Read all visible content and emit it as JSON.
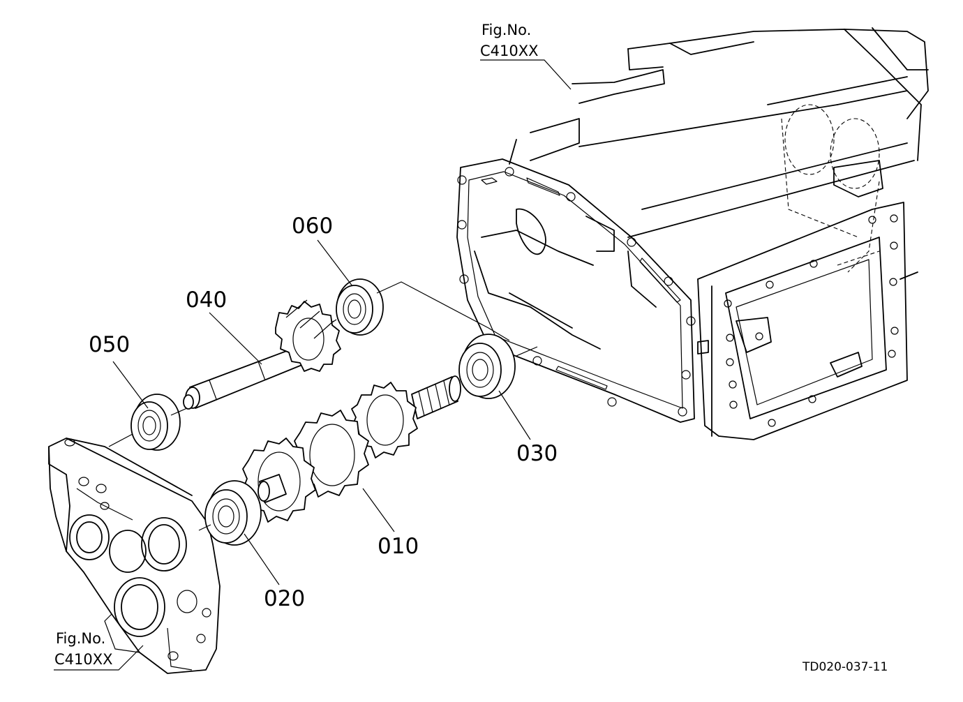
{
  "parts": [
    {
      "id": "010",
      "name": "part-010"
    },
    {
      "id": "020",
      "name": "part-020"
    },
    {
      "id": "030",
      "name": "part-030"
    },
    {
      "id": "040",
      "name": "part-040"
    },
    {
      "id": "050",
      "name": "part-050"
    },
    {
      "id": "060",
      "name": "part-060"
    }
  ],
  "figure_refs": {
    "top": {
      "label": "Fig.No.",
      "code": "C410XX"
    },
    "bottom": {
      "label": "Fig.No.",
      "code": "C410XX"
    }
  },
  "drawing_code": "TD020-037-11",
  "colors": {
    "ink": "#000000",
    "paper": "#ffffff"
  }
}
